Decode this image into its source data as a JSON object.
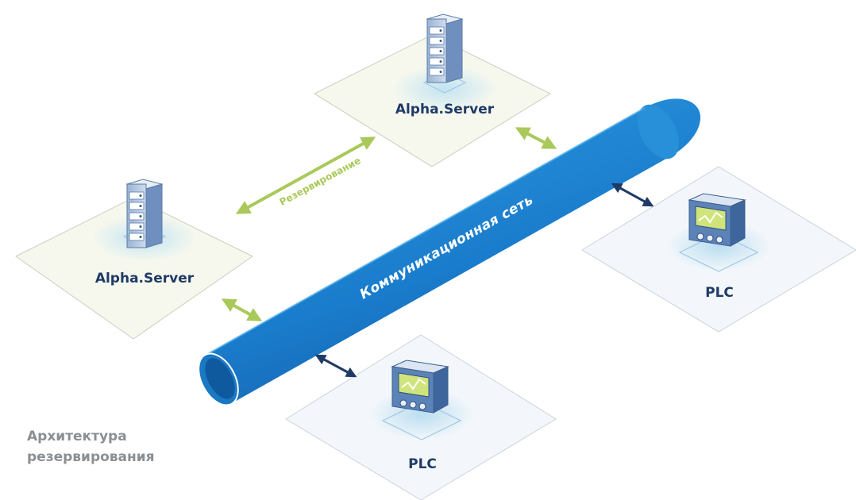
{
  "nodes": {
    "server_top": {
      "label": "Alpha.Server",
      "icon": "server-rack-icon"
    },
    "server_left": {
      "label": "Alpha.Server",
      "icon": "server-rack-icon"
    },
    "plc_right": {
      "label": "PLC",
      "icon": "plc-device-icon"
    },
    "plc_bottom": {
      "label": "PLC",
      "icon": "plc-device-icon"
    }
  },
  "network": {
    "label": "Коммуникационная сеть"
  },
  "links": {
    "redundancy_label": "Резервирование"
  },
  "caption": {
    "line1": "Архитектура",
    "line2": "резервирования"
  },
  "colors": {
    "server_platform": "#f6f8ee",
    "plc_platform": "#f3f7fb",
    "pipe": "#1a7ccc",
    "server_link": "#a9c95a",
    "plc_link": "#1f3a66",
    "label": "#1f3a66",
    "caption": "#8a8f93"
  }
}
